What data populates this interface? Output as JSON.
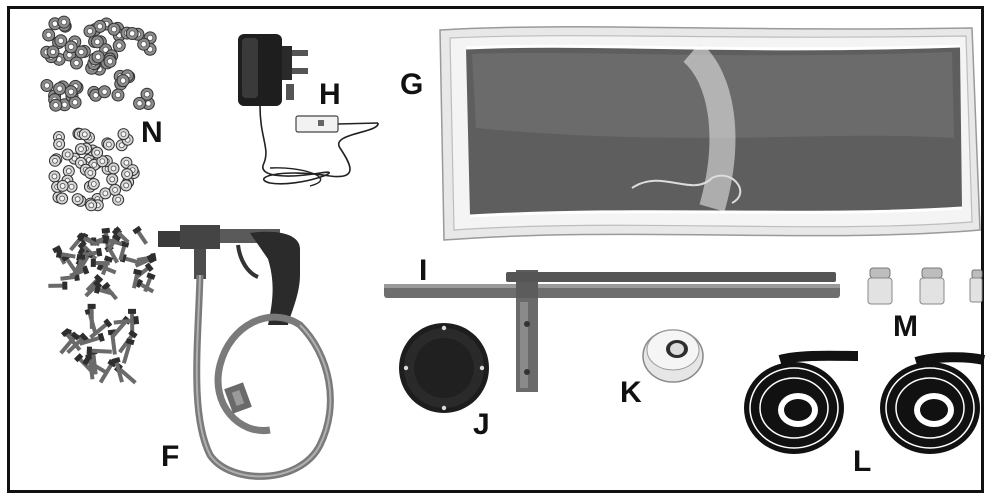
{
  "labels": {
    "n": "N",
    "h": "H",
    "g": "G",
    "f": "F",
    "i": "I",
    "j": "J",
    "k": "K",
    "l": "L",
    "m": "M"
  },
  "colors": {
    "ink": "#111111",
    "metal_dark": "#4a4a4a",
    "metal_mid": "#8c8c8c",
    "metal_light": "#cfcfcf",
    "hose": "#7a7a7a",
    "panel": "#5e5e5e"
  }
}
